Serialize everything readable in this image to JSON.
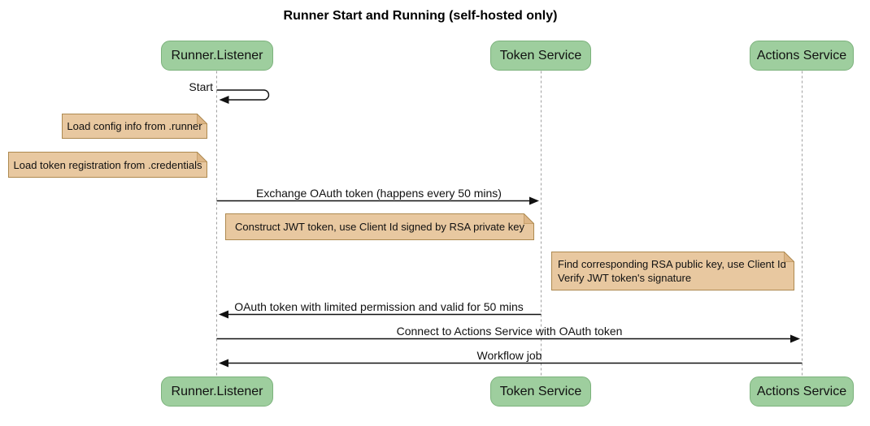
{
  "title": "Runner Start and Running (self-hosted only)",
  "diagram_type": "sequence",
  "actors": [
    {
      "id": "runner-listener",
      "label": "Runner.Listener"
    },
    {
      "id": "token-service",
      "label": "Token Service"
    },
    {
      "id": "actions-service",
      "label": "Actions Service"
    }
  ],
  "messages": [
    {
      "label": "Start",
      "from": "runner-listener",
      "to": "runner-listener",
      "type": "self"
    },
    {
      "label": "Exchange OAuth token (happens every 50 mins)",
      "from": "runner-listener",
      "to": "token-service",
      "type": "solid-arrow"
    },
    {
      "label": "OAuth token with limited permission and valid for 50 mins",
      "from": "token-service",
      "to": "runner-listener",
      "type": "solid-arrow"
    },
    {
      "label": "Connect to Actions Service with OAuth token",
      "from": "runner-listener",
      "to": "actions-service",
      "type": "solid-arrow"
    },
    {
      "label": "Workflow job",
      "from": "actions-service",
      "to": "runner-listener",
      "type": "solid-arrow"
    }
  ],
  "notes": [
    {
      "text": "Load config info from .runner",
      "position": "left of runner-listener"
    },
    {
      "text": "Load token registration from .credentials",
      "position": "left of runner-listener"
    },
    {
      "text": "Construct JWT token, use Client Id signed by RSA private key",
      "position": "right of runner-listener"
    },
    {
      "lines": [
        "Find corresponding RSA public key, use Client Id",
        "Verify JWT token's signature"
      ],
      "position": "right of token-service"
    }
  ],
  "colors": {
    "actor_fill": "#9ECE9E",
    "actor_border": "#7CB27C",
    "note_fill": "#E8C8A0",
    "note_border": "#AE8A50",
    "lifeline": "#A0A0A0",
    "arrow": "#111111",
    "background": "#FFFFFF"
  }
}
